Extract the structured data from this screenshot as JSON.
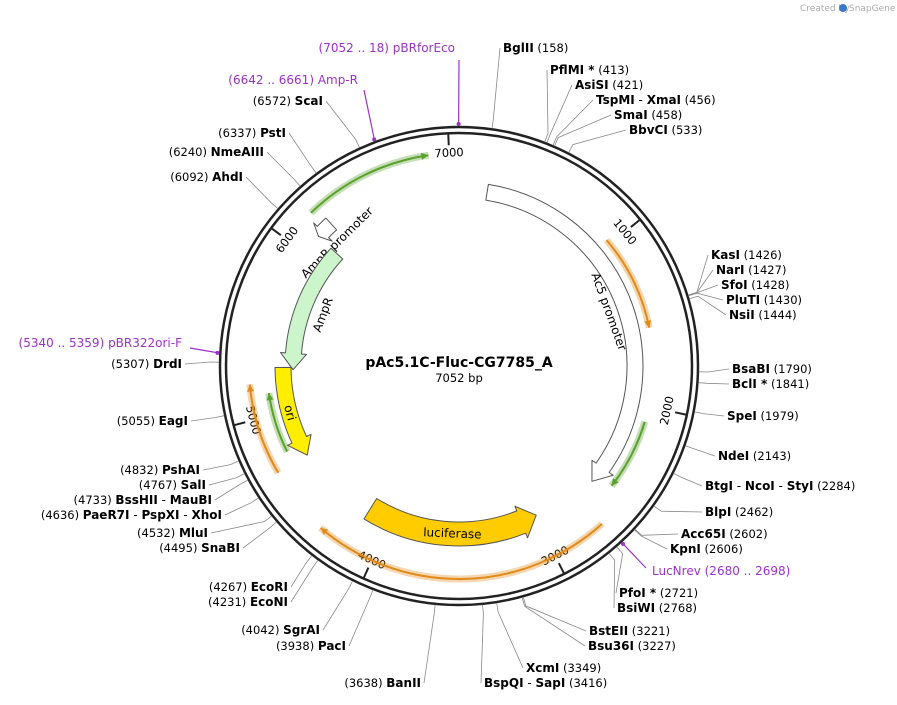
{
  "map": {
    "name": "pAc5.1C-Fluc-CG7785_A",
    "length_label": "7052 bp",
    "total_bp": 7052
  },
  "watermark": {
    "prefix": "Created by",
    "brand": "SnapGene"
  },
  "ticks": [
    {
      "bp": 1000,
      "label": "1000"
    },
    {
      "bp": 2000,
      "label": "2000"
    },
    {
      "bp": 3000,
      "label": "3000"
    },
    {
      "bp": 4000,
      "label": "4000"
    },
    {
      "bp": 5000,
      "label": "5000"
    },
    {
      "bp": 6000,
      "label": "6000"
    },
    {
      "bp": 7000,
      "label": "7000"
    }
  ],
  "features": [
    {
      "name": "AmpR promoter",
      "start": 6125,
      "end": 6230,
      "direction": "reverse",
      "color": "#ffffff"
    },
    {
      "name": "AmpR",
      "start": 5264,
      "end": 6124,
      "direction": "reverse",
      "color": "#ccf5cc"
    },
    {
      "name": "ori",
      "start": 4693,
      "end": 5280,
      "direction": "reverse",
      "color": "#ffee00"
    },
    {
      "name": "Ac5 promoter",
      "start": 180,
      "end": 2565,
      "direction": "forward",
      "color": "#ffffff"
    },
    {
      "name": "luciferase",
      "start": 2990,
      "end": 4150,
      "direction": "reverse",
      "color": "#ffcc00"
    }
  ],
  "primers": [
    {
      "name": "pBRforEco",
      "range": "(7052 .. 18)"
    },
    {
      "name": "Amp-R",
      "range": "(6642 .. 6661)"
    },
    {
      "name": "pBR322ori-F",
      "range": "(5340 .. 5359)"
    },
    {
      "name": "LucNrev",
      "range": "(2680 .. 2698)"
    }
  ],
  "sites_right": [
    {
      "names": [
        "BglII"
      ],
      "pos": "(158)"
    },
    {
      "names": [
        "PflMI *"
      ],
      "pos": "(413)"
    },
    {
      "names": [
        "AsiSI"
      ],
      "pos": "(421)"
    },
    {
      "names": [
        "TspMI",
        "XmaI"
      ],
      "pos": "(456)"
    },
    {
      "names": [
        "SmaI"
      ],
      "pos": "(458)"
    },
    {
      "names": [
        "BbvCI"
      ],
      "pos": "(533)"
    },
    {
      "names": [
        "KasI"
      ],
      "pos": "(1426)"
    },
    {
      "names": [
        "NarI"
      ],
      "pos": "(1427)"
    },
    {
      "names": [
        "SfoI"
      ],
      "pos": "(1428)"
    },
    {
      "names": [
        "PluTI"
      ],
      "pos": "(1430)"
    },
    {
      "names": [
        "NsiI"
      ],
      "pos": "(1444)"
    },
    {
      "names": [
        "BsaBI"
      ],
      "pos": "(1790)"
    },
    {
      "names": [
        "BclI *"
      ],
      "pos": "(1841)"
    },
    {
      "names": [
        "SpeI"
      ],
      "pos": "(1979)"
    },
    {
      "names": [
        "NdeI"
      ],
      "pos": "(2143)"
    },
    {
      "names": [
        "BtgI",
        "NcoI",
        "StyI"
      ],
      "pos": "(2284)"
    },
    {
      "names": [
        "BlpI"
      ],
      "pos": "(2462)"
    },
    {
      "names": [
        "Acc65I"
      ],
      "pos": "(2602)"
    },
    {
      "names": [
        "KpnI"
      ],
      "pos": "(2606)"
    },
    {
      "names": [
        "PfoI *"
      ],
      "pos": "(2721)"
    },
    {
      "names": [
        "BsiWI"
      ],
      "pos": "(2768)"
    },
    {
      "names": [
        "BstEII"
      ],
      "pos": "(3221)"
    },
    {
      "names": [
        "Bsu36I"
      ],
      "pos": "(3227)"
    },
    {
      "names": [
        "XcmI"
      ],
      "pos": "(3349)"
    },
    {
      "names": [
        "BspQI",
        "SapI"
      ],
      "pos": "(3416)"
    }
  ],
  "sites_left": [
    {
      "names": [
        "ScaI"
      ],
      "pos": "(6572)"
    },
    {
      "names": [
        "PstI"
      ],
      "pos": "(6337)"
    },
    {
      "names": [
        "NmeAIII"
      ],
      "pos": "(6240)"
    },
    {
      "names": [
        "AhdI"
      ],
      "pos": "(6092)"
    },
    {
      "names": [
        "DrdI"
      ],
      "pos": "(5307)"
    },
    {
      "names": [
        "EagI"
      ],
      "pos": "(5055)"
    },
    {
      "names": [
        "PshAI"
      ],
      "pos": "(4832)"
    },
    {
      "names": [
        "SalI"
      ],
      "pos": "(4767)"
    },
    {
      "names": [
        "BssHII",
        "MauBI"
      ],
      "pos": "(4733)"
    },
    {
      "names": [
        "PaeR7I",
        "PspXI",
        "XhoI"
      ],
      "pos": "(4636)"
    },
    {
      "names": [
        "MluI"
      ],
      "pos": "(4532)"
    },
    {
      "names": [
        "SnaBI"
      ],
      "pos": "(4495)"
    },
    {
      "names": [
        "EcoRI"
      ],
      "pos": "(4267)"
    },
    {
      "names": [
        "EcoNI"
      ],
      "pos": "(4231)"
    },
    {
      "names": [
        "SgrAI"
      ],
      "pos": "(4042)"
    },
    {
      "names": [
        "PacI"
      ],
      "pos": "(3938)"
    },
    {
      "names": [
        "BanII"
      ],
      "pos": "(3638)"
    }
  ],
  "colors": {
    "backbone": "#222222",
    "primer": "#9b32c8",
    "orange_primer": "#e08a1a",
    "green_primer": "#5aa02c",
    "watermark_logo": "#3b78c8"
  }
}
